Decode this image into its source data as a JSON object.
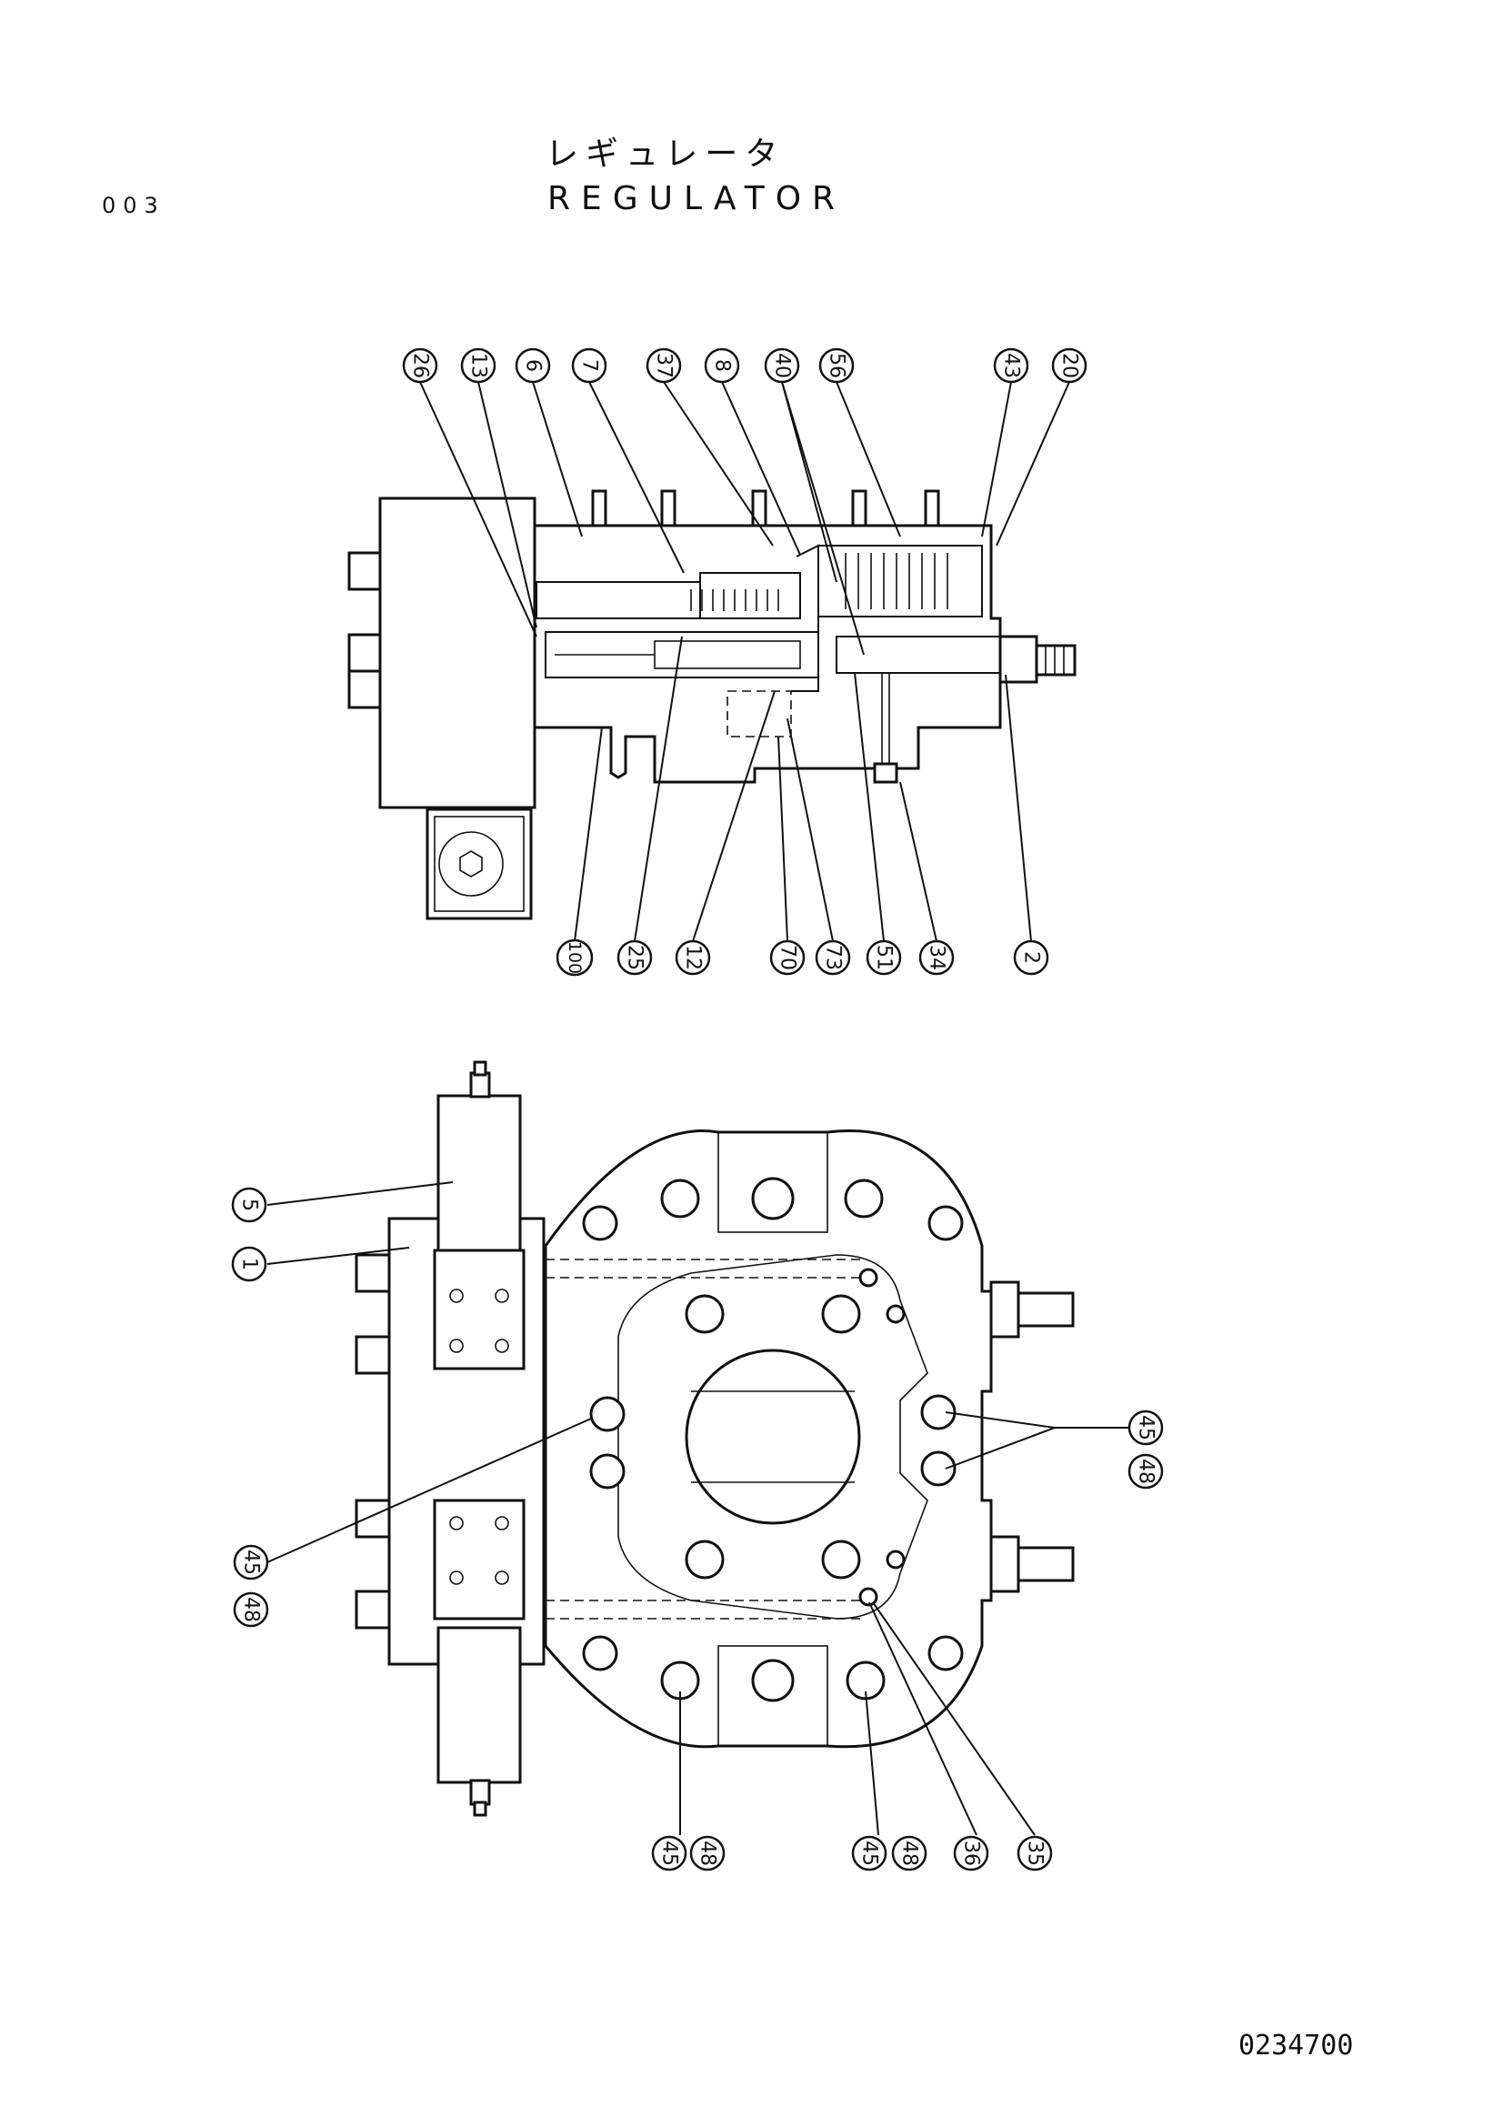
{
  "header": {
    "title_jp": "レギュレータ",
    "title_en": "REGULATOR",
    "page_no": "003"
  },
  "footer": {
    "doc_id": "0234700"
  },
  "top_view": {
    "callouts_top": [
      "26",
      "13",
      "6",
      "7",
      "37",
      "8",
      "40",
      "56",
      "43",
      "20"
    ],
    "callouts_bottom": [
      "100",
      "25",
      "12",
      "70",
      "73",
      "51",
      "34",
      "2"
    ]
  },
  "bottom_view": {
    "callouts_left": [
      "5",
      "1"
    ],
    "callout_left_pair": [
      "45",
      "48"
    ],
    "callout_right_pair": [
      "45",
      "48"
    ],
    "callouts_bottom": [
      "45",
      "48",
      "45",
      "48",
      "36",
      "35"
    ]
  }
}
